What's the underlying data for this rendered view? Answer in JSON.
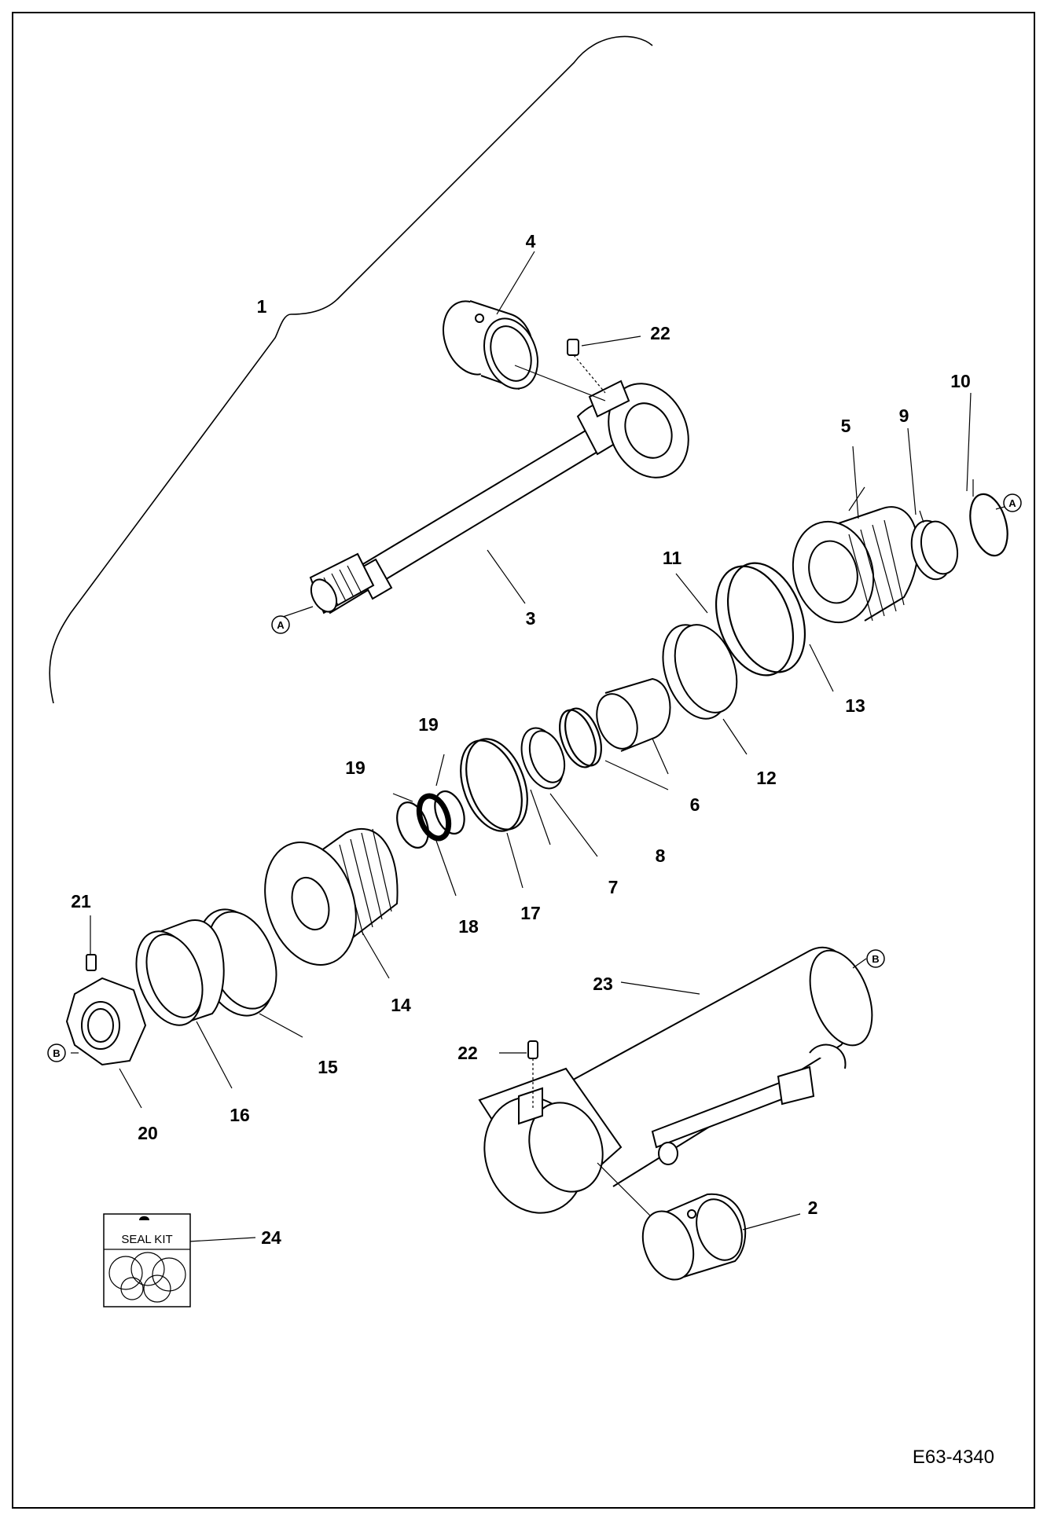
{
  "title_ref": "E63-4340",
  "seal_kit_label": "SEAL KIT",
  "callouts": {
    "c1": "1",
    "c2": "2",
    "c3": "3",
    "c4": "4",
    "c5": "5",
    "c6": "6",
    "c7": "7",
    "c8": "8",
    "c9": "9",
    "c10": "10",
    "c11": "11",
    "c12": "12",
    "c13": "13",
    "c14": "14",
    "c15": "15",
    "c16": "16",
    "c17": "17",
    "c18": "18",
    "c19a": "19",
    "c19b": "19",
    "c20": "20",
    "c21": "21",
    "c22a": "22",
    "c22b": "22",
    "c23": "23",
    "c24": "24"
  },
  "markers": {
    "a": "A",
    "b": "B"
  }
}
